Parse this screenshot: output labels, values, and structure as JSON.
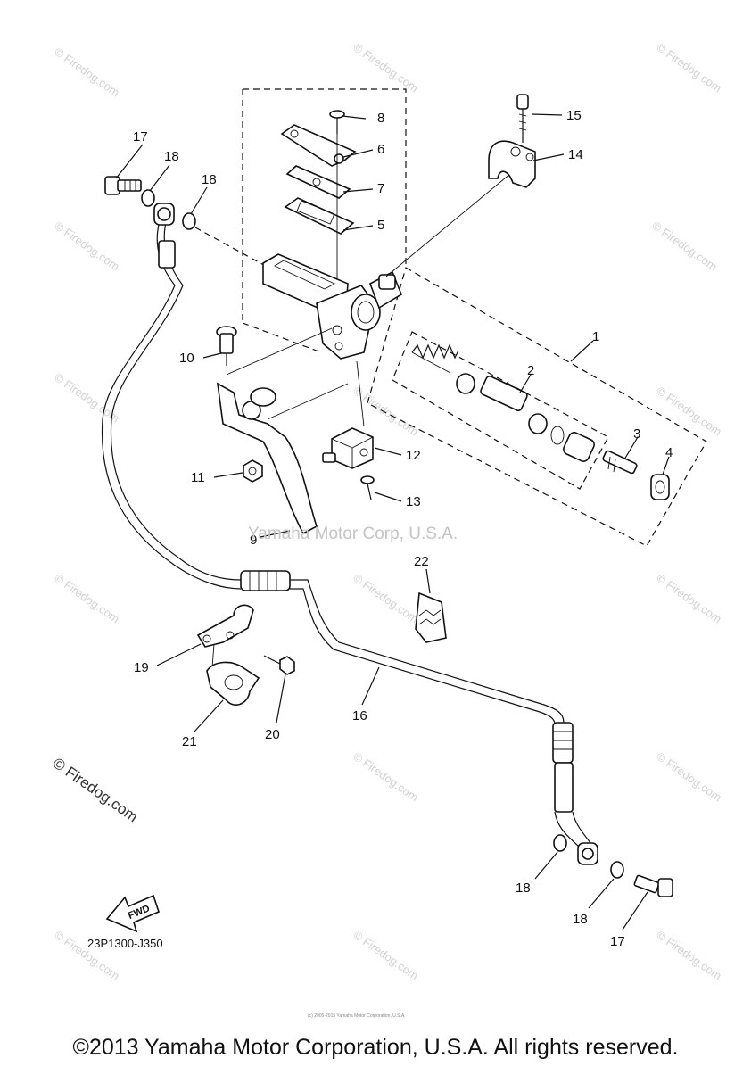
{
  "callouts": [
    {
      "id": "c1",
      "text": "1"
    },
    {
      "id": "c2",
      "text": "2"
    },
    {
      "id": "c3",
      "text": "3"
    },
    {
      "id": "c4",
      "text": "4"
    },
    {
      "id": "c5",
      "text": "5"
    },
    {
      "id": "c6",
      "text": "6"
    },
    {
      "id": "c7",
      "text": "7"
    },
    {
      "id": "c8",
      "text": "8"
    },
    {
      "id": "c9",
      "text": "9"
    },
    {
      "id": "c10",
      "text": "10"
    },
    {
      "id": "c11",
      "text": "11"
    },
    {
      "id": "c12",
      "text": "12"
    },
    {
      "id": "c13",
      "text": "13"
    },
    {
      "id": "c14",
      "text": "14"
    },
    {
      "id": "c15",
      "text": "15"
    },
    {
      "id": "c16",
      "text": "16"
    },
    {
      "id": "c17a",
      "text": "17"
    },
    {
      "id": "c17b",
      "text": "17"
    },
    {
      "id": "c18a",
      "text": "18"
    },
    {
      "id": "c18b",
      "text": "18"
    },
    {
      "id": "c18c",
      "text": "18"
    },
    {
      "id": "c18d",
      "text": "18"
    },
    {
      "id": "c19",
      "text": "19"
    },
    {
      "id": "c20",
      "text": "20"
    },
    {
      "id": "c21",
      "text": "21"
    },
    {
      "id": "c22",
      "text": "22"
    }
  ],
  "watermark_text": "© Firedog.com",
  "center_watermark": "Yamaha Motor Corp, U.S.A.",
  "left_watermark": "© Firedog.com",
  "fwd_label": "FWD",
  "part_code": "23P1300-J350",
  "tiny_copyright": "(c) 2005-2015 Yamaha Motor Corporation, U.S.A.",
  "footer": "©2013 Yamaha Motor Corporation, U.S.A. All rights reserved."
}
